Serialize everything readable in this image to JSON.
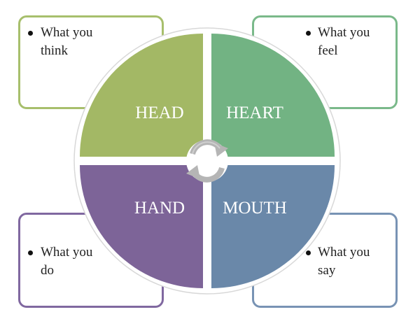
{
  "quadrants": [
    {
      "id": "head",
      "label": "HEAD",
      "color": "#a3b865",
      "box_border": "#a7bf6c",
      "box_text": [
        "What you",
        "think"
      ]
    },
    {
      "id": "heart",
      "label": "HEART",
      "color": "#72b383",
      "box_border": "#7ab98a",
      "box_text": [
        "What you",
        "feel"
      ]
    },
    {
      "id": "hand",
      "label": "HAND",
      "color": "#7d6498",
      "box_border": "#8068a0",
      "box_text": [
        "What you",
        "do"
      ]
    },
    {
      "id": "mouth",
      "label": "MOUTH",
      "color": "#6a88a9",
      "box_border": "#7893b4",
      "box_text": [
        "What you",
        "say"
      ]
    }
  ]
}
